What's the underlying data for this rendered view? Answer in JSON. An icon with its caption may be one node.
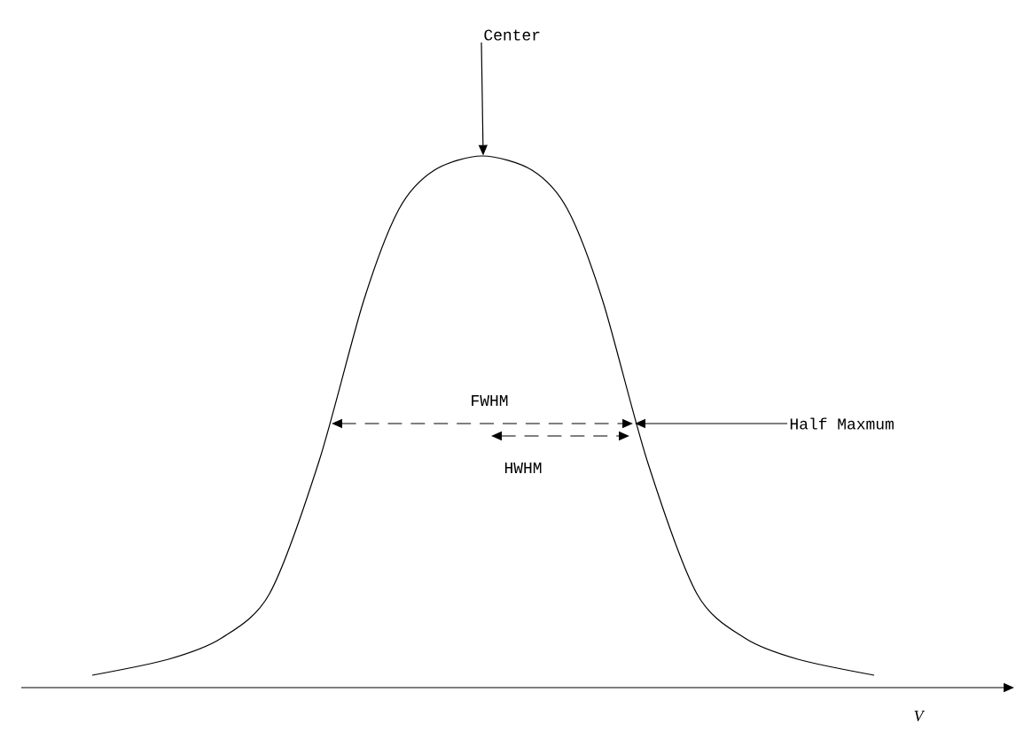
{
  "diagram": {
    "nodes": [
      {
        "text": [
          "Center"
        ]
      },
      {
        "text": [],
        "shape": "picture"
      },
      {
        "text": [
          "Half Maxmum"
        ]
      }
    ],
    "edges": [
      {
        "from": 0,
        "to": 1,
        "arrow": "to"
      },
      {
        "from": 2,
        "to": 1,
        "arrow": "to"
      }
    ],
    "labels": [
      "FWHM",
      "HWHM",
      "V"
    ]
  }
}
